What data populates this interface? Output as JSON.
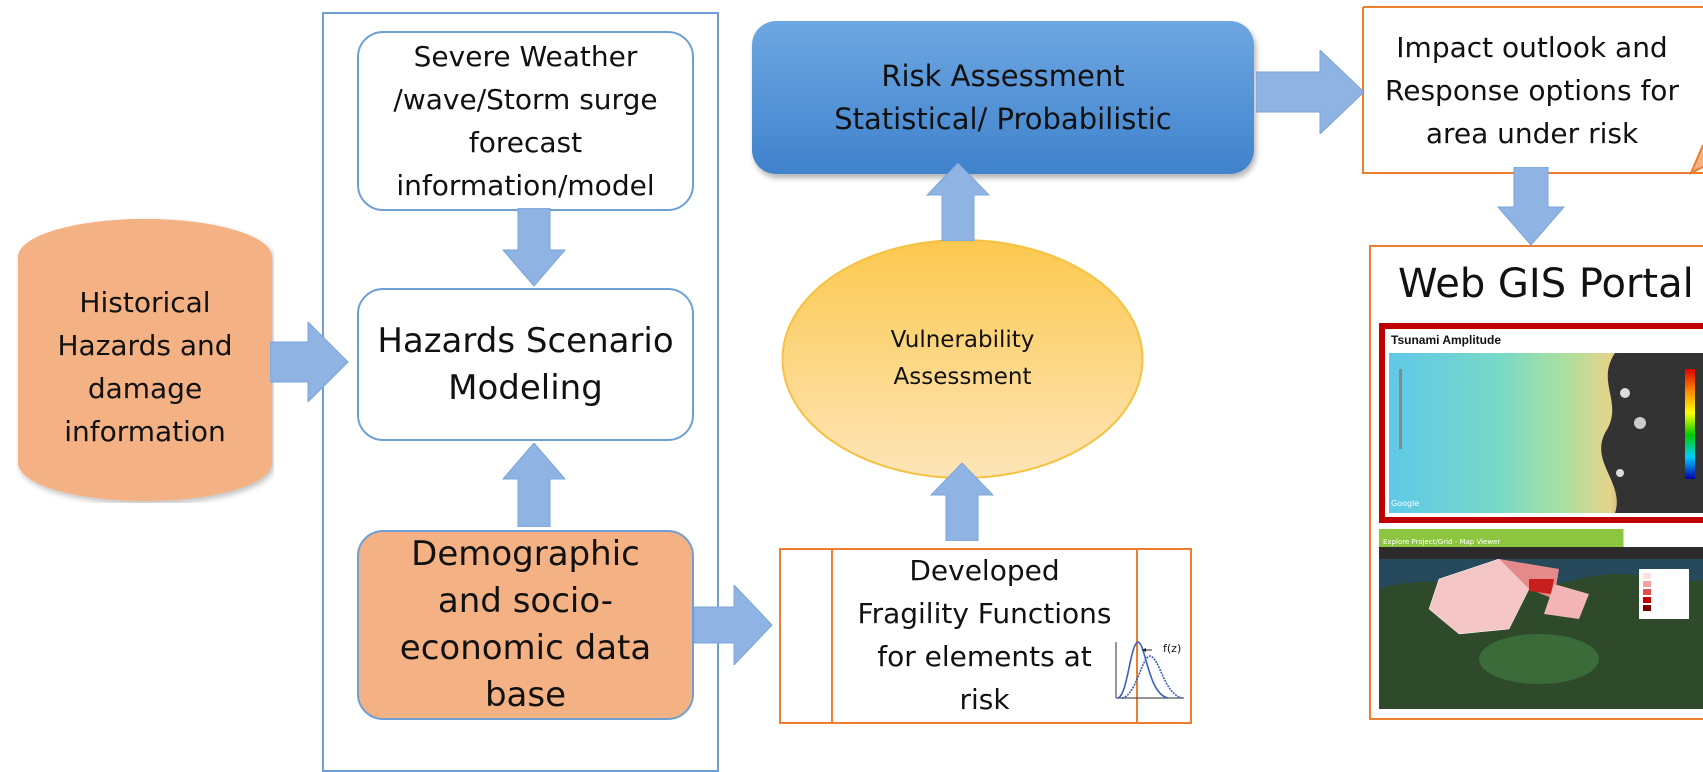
{
  "historical": {
    "label": "Historical\nHazards and\ndamage\ninformation"
  },
  "forecast": {
    "label": "Severe Weather\n/wave/Storm surge\nforecast\ninformation/model"
  },
  "hazards": {
    "label": "Hazards Scenario\nModeling"
  },
  "demographic": {
    "label": "Demographic\nand socio-\neconomic data\nbase"
  },
  "risk": {
    "label": "Risk Assessment\nStatistical/ Probabilistic"
  },
  "vulnerability": {
    "label": "Vulnerability\nAssessment"
  },
  "fragility": {
    "label": "Developed\nFragility Functions\nfor elements at\nrisk",
    "curve_label": "f(z)"
  },
  "impact": {
    "label": "Impact outlook  and\nResponse options for\narea under risk"
  },
  "portal": {
    "title": "Web GIS Portal",
    "map1_title": "Tsunami Amplitude",
    "map1_watermark": "Google",
    "map2_header": "Explore Project/Grid - Map Viewer"
  },
  "colors": {
    "blue_arrow": "#8fb4e3",
    "blue_border": "#6fa0d4",
    "orange_fill": "#f4b183",
    "orange_border": "#ed7d31",
    "risk_fill": "#4a8bd0",
    "ellipse_fill": "#fdd588",
    "map_frame": "#c00000"
  }
}
